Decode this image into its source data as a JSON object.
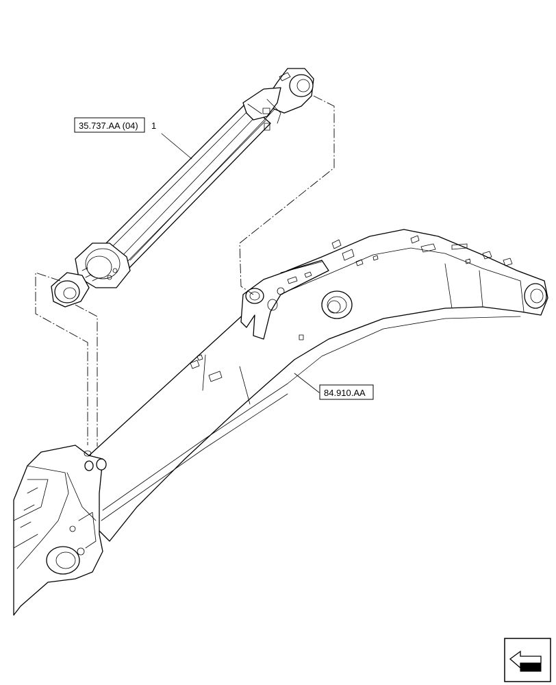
{
  "callouts": {
    "cylinder_ref": "35.737.AA (04)",
    "item_number": "1",
    "boom_ref": "84.910.AA"
  },
  "icons": {
    "nav": "arrow-left-icon"
  }
}
